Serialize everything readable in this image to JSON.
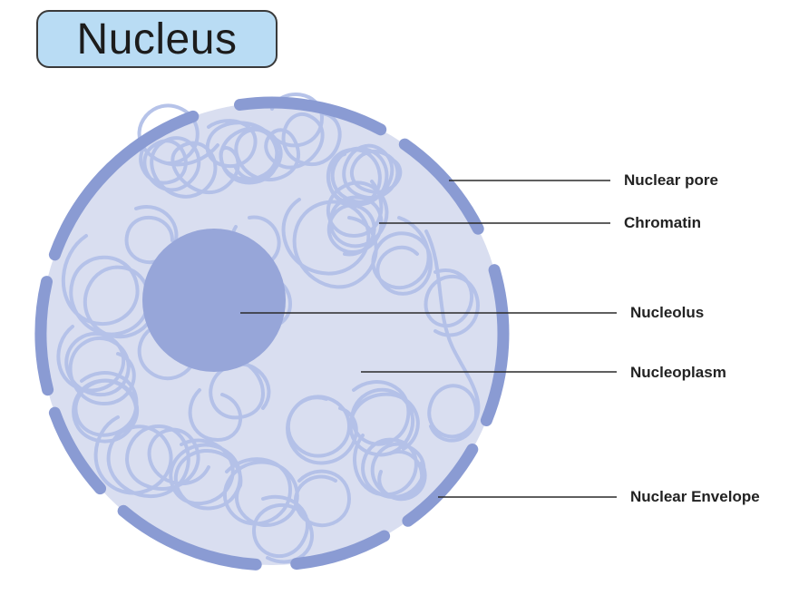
{
  "title": "Nucleus",
  "labels": {
    "nuclear_pore": "Nuclear pore",
    "chromatin": "Chromatin",
    "nucleolus": "Nucleolus",
    "nucleoplasm": "Nucleoplasm",
    "nuclear_envelope": "Nuclear Envelope"
  },
  "colors": {
    "title_fill": "#b9dcf4",
    "nucleoplasm": "#d9def0",
    "envelope": "#8a9bd3",
    "chromatin": "#b3c0e8",
    "nucleolus": "#97a6d9",
    "leader_line": "#2a2a2a"
  }
}
